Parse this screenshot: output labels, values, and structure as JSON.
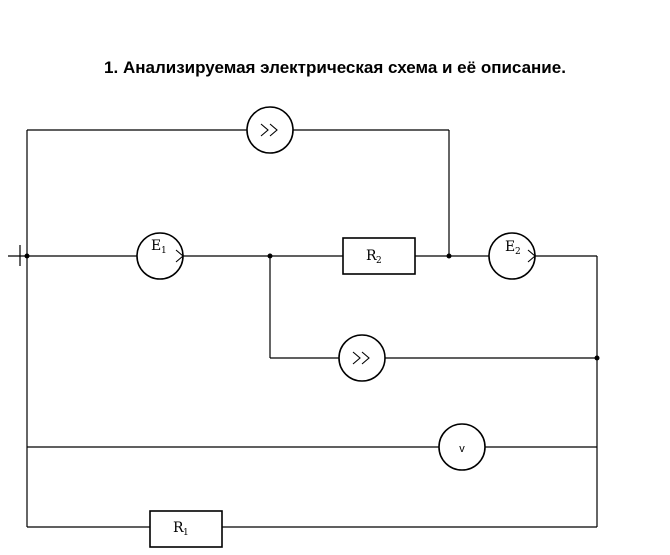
{
  "heading": "1. Анализируемая электрическая схема и её описание.",
  "components": {
    "E1": {
      "letter": "E",
      "sub": "1"
    },
    "E2": {
      "letter": "E",
      "sub": "2"
    },
    "R1": {
      "letter": "R",
      "sub": "1"
    },
    "R2": {
      "letter": "R",
      "sub": "2"
    },
    "voltmeter": {
      "letter": "V"
    }
  }
}
